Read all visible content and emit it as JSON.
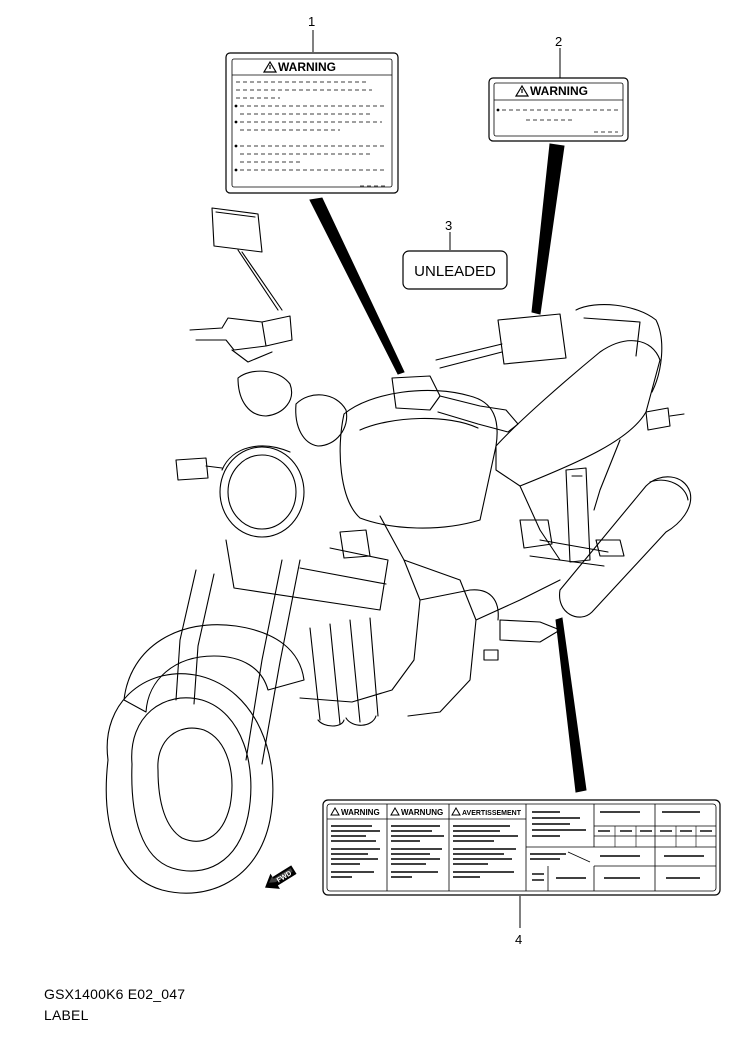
{
  "callouts": {
    "c1": "1",
    "c2": "2",
    "c3": "3",
    "c4": "4"
  },
  "label1": {
    "heading": "WARNING"
  },
  "label2": {
    "heading": "WARNING"
  },
  "label3": {
    "text": "UNLEADED"
  },
  "label4": {
    "heading_en": "WARNING",
    "heading_de": "WARNUNG",
    "heading_fr": "AVERTISSEMENT"
  },
  "fwd_marker": "FWD",
  "caption": {
    "code": "GSX1400K6 E02_047",
    "title": "LABEL"
  },
  "icons": [
    "warning-triangle-icon",
    "forward-arrow-icon"
  ]
}
